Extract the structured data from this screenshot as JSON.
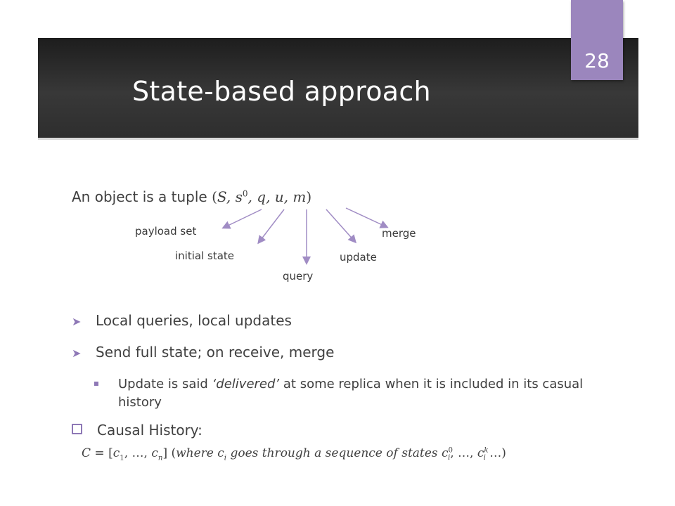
{
  "slide": {
    "title": "State-based approach",
    "page_number": "28"
  },
  "intro": {
    "text": "An object is a tuple ",
    "tuple": [
      "S",
      "s",
      "0",
      "q",
      "u",
      "m"
    ]
  },
  "annotations": {
    "payload": "payload set",
    "initial": "initial state",
    "query": "query",
    "update": "update",
    "merge": "merge"
  },
  "bullets": [
    "Local queries, local updates",
    "Send full state; on receive, merge"
  ],
  "sub_bullet": {
    "before": "Update is said ",
    "em": "‘delivered’",
    "after": " at some replica when it is included in its casual history"
  },
  "causal": {
    "label": "Causal History:"
  },
  "formula": {
    "lhs": "C",
    "c": "c",
    "sub1": "1",
    "subn": "n",
    "subi": "i",
    "sup0": "0",
    "supk": "k",
    "ell": "…",
    "words": [
      "where",
      "goes",
      "through",
      "a",
      "sequence",
      "of",
      "states"
    ]
  },
  "colors": {
    "accent": "#9b86bd",
    "arrow": "#a08cc4",
    "title_bar": "#2a2a2a"
  }
}
